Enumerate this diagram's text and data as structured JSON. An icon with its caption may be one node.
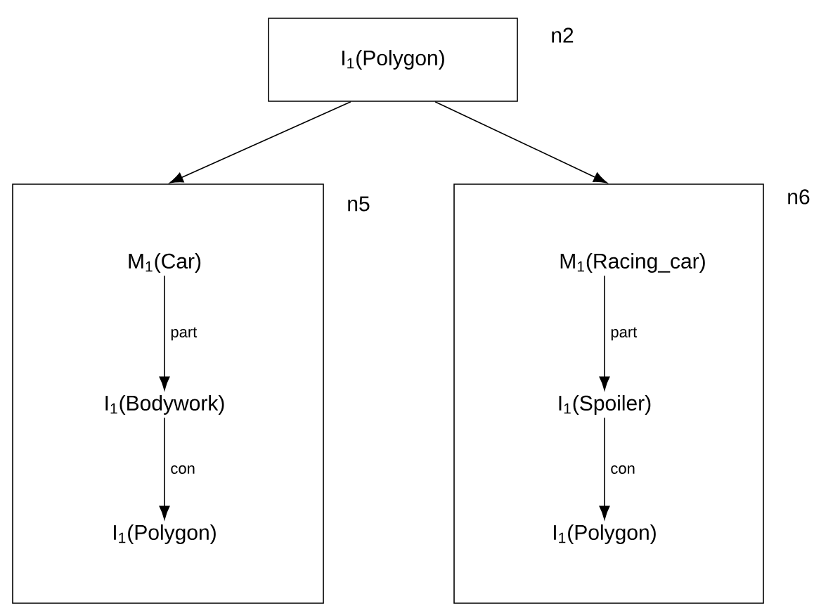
{
  "diagram": {
    "nodes": [
      {
        "text": [
          "I$_{1}$(Polygon)"
        ],
        "beside": [
          "n2"
        ]
      },
      {
        "text": [],
        "shape": "box",
        "beside": [
          "n5"
        ]
      },
      {
        "text": [
          "M$_{1}$(Car)"
        ],
        "in": 1
      },
      {
        "text": [
          "I$_{1}$(Bodywork)"
        ],
        "in": 1
      },
      {
        "text": [
          "I$_{1}$(Polygon)"
        ],
        "in": 1
      },
      {
        "text": [],
        "shape": "box",
        "beside": [
          "n6"
        ]
      },
      {
        "text": [
          "M$_{1}$(Racing_car)"
        ],
        "in": 5
      },
      {
        "text": [
          "I$_{1}$(Spoiler)"
        ],
        "in": 5
      },
      {
        "text": [
          "I$_{1}$(Polygon)"
        ],
        "in": 5
      }
    ],
    "edges": [
      {
        "from": 0,
        "to": 1,
        "arrow": "to"
      },
      {
        "from": 0,
        "to": 5,
        "arrow": "to"
      },
      {
        "from": 2,
        "to": 3,
        "arrow": "to",
        "label": "part"
      },
      {
        "from": 3,
        "to": 4,
        "arrow": "to",
        "label": "con"
      },
      {
        "from": 6,
        "to": 7,
        "arrow": "to",
        "label": "part"
      },
      {
        "from": 7,
        "to": 8,
        "arrow": "to",
        "label": "con"
      }
    ]
  }
}
